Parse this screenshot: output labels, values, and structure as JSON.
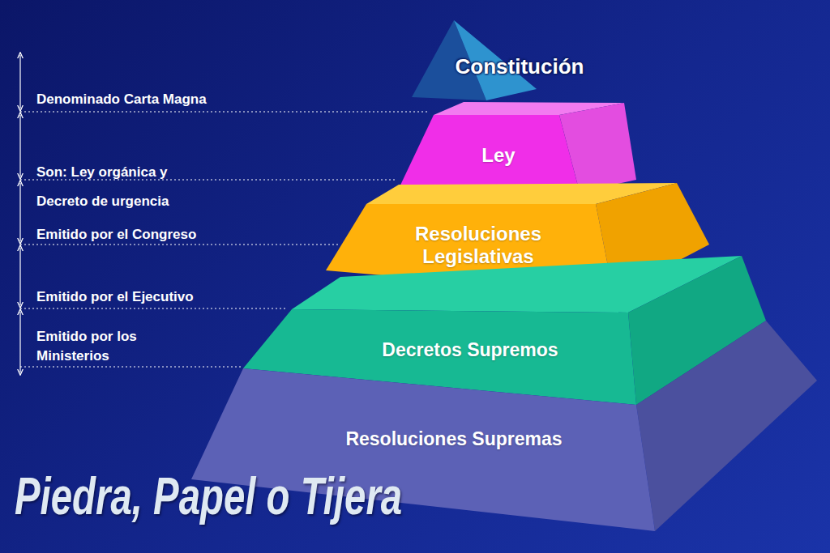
{
  "diagram": {
    "nodes": [
      {
        "text": [
          "Constitución"
        ]
      },
      {
        "text": [
          "Ley"
        ]
      },
      {
        "text": [
          "Resoluciones Legislativas"
        ]
      },
      {
        "text": [
          "Decretos Supremos"
        ]
      },
      {
        "text": [
          "Resoluciones Supremas"
        ]
      }
    ],
    "labels": [
      "Denominado Carta Magna",
      "Son: Ley orgánica y Decreto de urgencia",
      "Emitido por el Congreso",
      "Emitido por el Ejecutivo",
      "Emitido por los Ministerios",
      "Piedra, Papel o Tijera"
    ]
  }
}
